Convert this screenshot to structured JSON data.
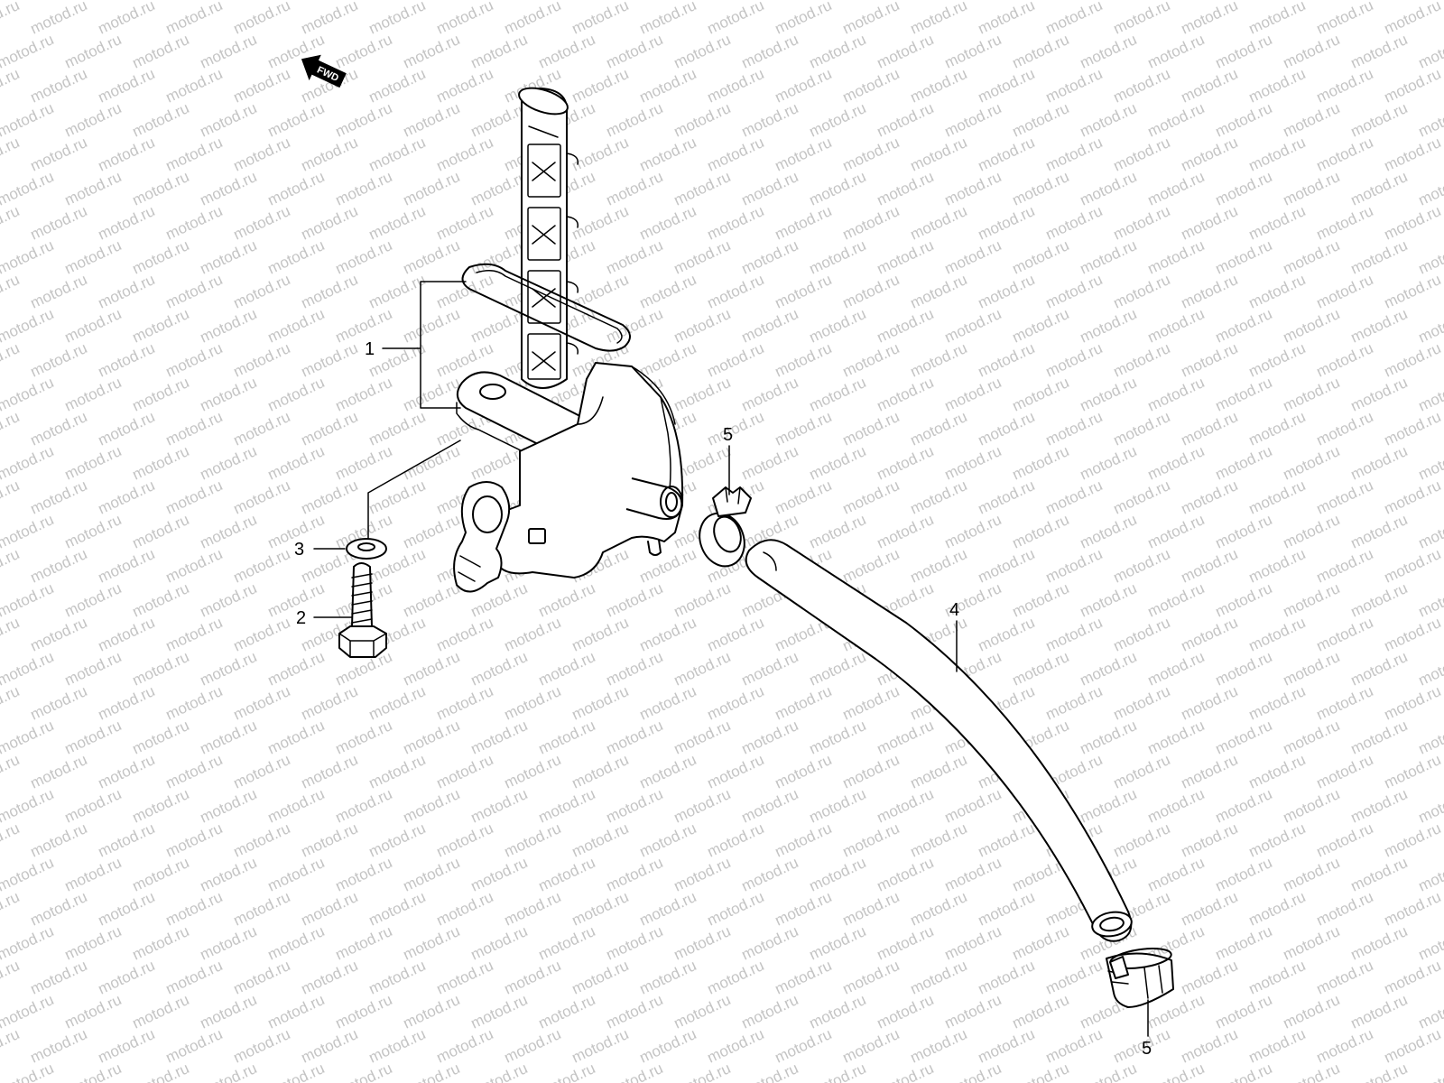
{
  "watermark": "motod.ru",
  "direction_badge": "FWD",
  "callouts": {
    "p1": "1",
    "p2": "2",
    "p3": "3",
    "p4": "4",
    "p5a": "5",
    "p5b": "5"
  },
  "colors": {
    "line": "#000000",
    "background": "#ffffff",
    "watermark": "#c4c4c4"
  }
}
